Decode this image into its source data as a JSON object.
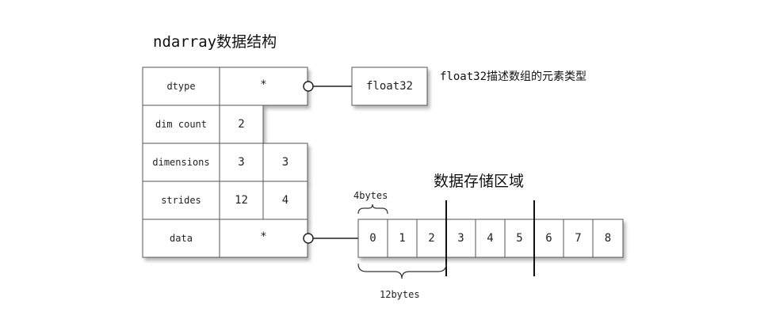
{
  "title": "ndarray数据结构",
  "header_rows": [
    {
      "key": "dtype",
      "values": [
        "*"
      ]
    },
    {
      "key": "dim count",
      "values": [
        "2"
      ]
    },
    {
      "key": "dimensions",
      "values": [
        "3",
        "3"
      ]
    },
    {
      "key": "strides",
      "values": [
        "12",
        "4"
      ]
    },
    {
      "key": "data",
      "values": [
        "*"
      ]
    }
  ],
  "dtype_box": "float32",
  "dtype_note": "float32描述数组的元素类型",
  "storage_title": "数据存储区域",
  "elements": [
    "0",
    "1",
    "2",
    "3",
    "4",
    "5",
    "6",
    "7",
    "8"
  ],
  "element_size_label": "4bytes",
  "row_size_label": "12bytes"
}
